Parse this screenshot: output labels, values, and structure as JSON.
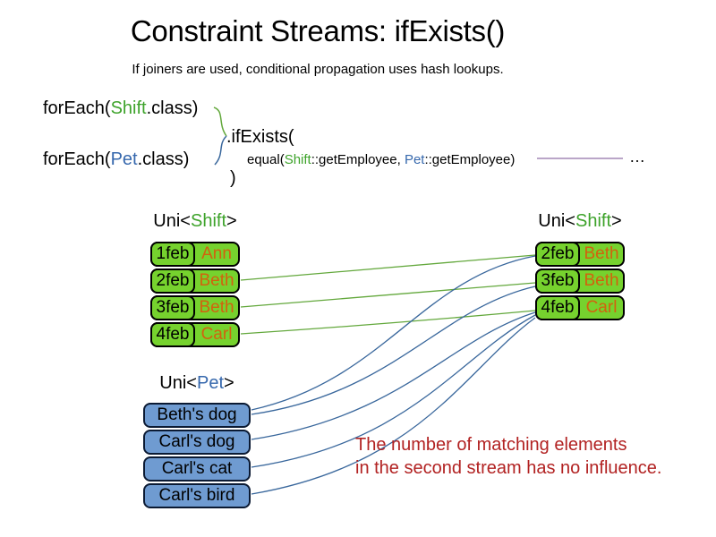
{
  "slide": {
    "title": "Constraint Streams: ifExists()",
    "subtitle": "If joiners are used, conditional propagation uses hash lookups."
  },
  "code": {
    "foreach_shift": {
      "prefix": "forEach(",
      "class_name": "Shift",
      "suffix": ".class)"
    },
    "foreach_pet": {
      "prefix": "forEach(",
      "class_name": "Pet",
      "suffix": ".class)"
    },
    "if_exists": ".ifExists(",
    "equal": {
      "prefix": "equal(",
      "shift": "Shift",
      "mid": "::getEmployee, ",
      "pet": "Pet",
      "suffix": "::getEmployee)"
    },
    "close_paren": ")",
    "ellipsis": "…"
  },
  "left_shift_table": {
    "label": {
      "prefix": "Uni<",
      "type": "Shift",
      "suffix": ">"
    },
    "rows": [
      {
        "date": "1feb",
        "name": "Ann"
      },
      {
        "date": "2feb",
        "name": "Beth"
      },
      {
        "date": "3feb",
        "name": "Beth"
      },
      {
        "date": "4feb",
        "name": "Carl"
      }
    ]
  },
  "right_shift_table": {
    "label": {
      "prefix": "Uni<",
      "type": "Shift",
      "suffix": ">"
    },
    "rows": [
      {
        "date": "2feb",
        "name": "Beth"
      },
      {
        "date": "3feb",
        "name": "Beth"
      },
      {
        "date": "4feb",
        "name": "Carl"
      }
    ]
  },
  "pet_list": {
    "label": {
      "prefix": "Uni<",
      "type": "Pet",
      "suffix": ">"
    },
    "items": [
      "Beth's dog",
      "Carl's dog",
      "Carl's cat",
      "Carl's bird"
    ]
  },
  "annotation": {
    "line1": "The number of matching elements",
    "line2": "in the second stream has no influence."
  },
  "colors": {
    "shift_green_text": "#3ea32b",
    "pet_blue_text": "#3668ad",
    "employee_orange_text": "#d2620e",
    "shift_box_fill": "#76d22e",
    "pet_box_fill": "#6f9bd1",
    "green_connector": "#63a83c",
    "blue_connector": "#39679c",
    "purple_connector": "#9070a8",
    "annotation_red": "#b22222"
  }
}
